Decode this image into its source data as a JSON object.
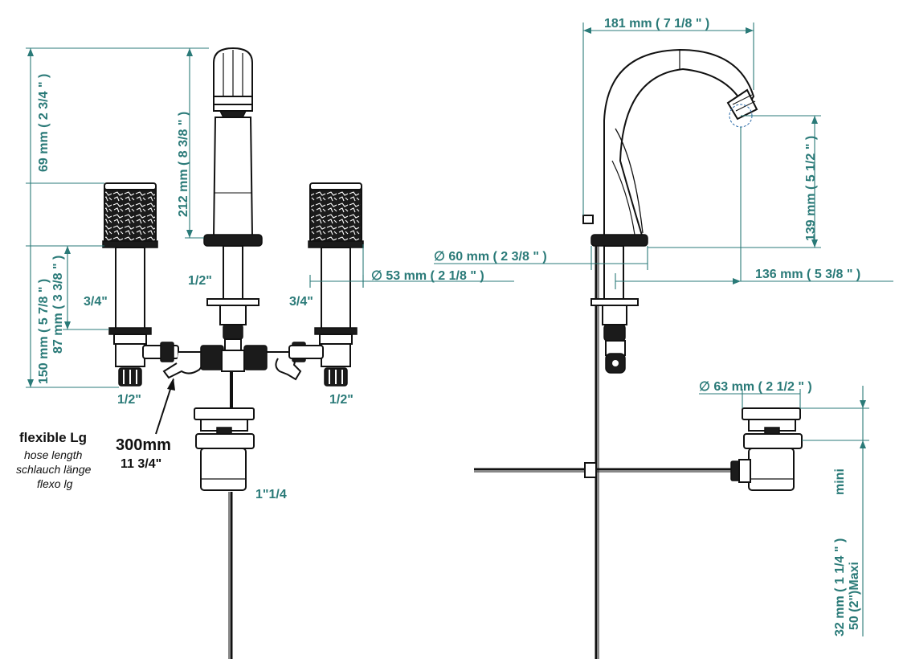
{
  "colors": {
    "dimension": "#2a7a78",
    "line": "#111111",
    "background": "#ffffff"
  },
  "front_view": {
    "dim_69": "69 mm ( 2 3/4 \" )",
    "dim_150": "150 mm ( 5 7/8 \" )",
    "dim_87": "87 mm ( 3 3/8 \" )",
    "dim_212": "212 mm ( 8 3/8 \" )",
    "dim_53": "∅  53 mm ( 2 1/8 \" )",
    "label_three_quarter_left": "3/4\"",
    "label_three_quarter_right": "3/4\"",
    "label_half_center": "1/2\"",
    "label_half_left": "1/2\"",
    "label_half_right": "1/2\"",
    "label_drain": "1\"1/4",
    "hose_length_value": "300mm",
    "hose_length_inch": "11 3/4\"",
    "hose_title": "flexible Lg",
    "hose_en": "hose length",
    "hose_de": "schlauch länge",
    "hose_fr": "flexo lg"
  },
  "side_view": {
    "dim_181": "181 mm ( 7 1/8 \" )",
    "dim_139": "139 mm ( 5 1/2 \" )",
    "dim_60": "∅  60 mm ( 2 3/8 \" )",
    "dim_136": "136 mm ( 5 3/8 \" )"
  },
  "drain_view": {
    "dim_63": "∅  63 mm ( 2 1/2 \" )",
    "dim_mini": "mini",
    "dim_32": "32 mm ( 1 1/4 \" )",
    "dim_maxi": "50 (2\")Maxi"
  }
}
